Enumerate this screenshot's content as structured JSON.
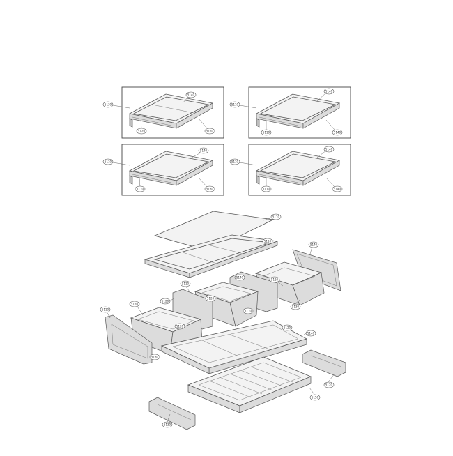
{
  "callouts": [
    {
      "id": "c1",
      "text": "5130"
    },
    {
      "id": "c2",
      "text": "5140"
    },
    {
      "id": "c3",
      "text": "5120"
    },
    {
      "id": "c4",
      "text": "5150"
    },
    {
      "id": "c5",
      "text": "5110"
    },
    {
      "id": "c6",
      "text": "5140"
    },
    {
      "id": "c7",
      "text": "5110"
    },
    {
      "id": "c8",
      "text": "5140"
    },
    {
      "id": "c9",
      "text": "5110"
    },
    {
      "id": "c10",
      "text": "5140"
    },
    {
      "id": "c11",
      "text": "5110"
    },
    {
      "id": "c12",
      "text": "5130"
    },
    {
      "id": "c13",
      "text": "5110"
    },
    {
      "id": "c14",
      "text": "5140"
    },
    {
      "id": "c15",
      "text": "5110"
    },
    {
      "id": "c16",
      "text": "5140"
    },
    {
      "id": "c17",
      "text": "5110"
    },
    {
      "id": "c18",
      "text": "5110"
    },
    {
      "id": "c19",
      "text": "5140"
    },
    {
      "id": "c20",
      "text": "5110"
    },
    {
      "id": "c21",
      "text": "5120"
    },
    {
      "id": "c22",
      "text": "5150"
    },
    {
      "id": "c23",
      "text": "5110"
    },
    {
      "id": "c24",
      "text": "5110"
    },
    {
      "id": "c25",
      "text": "5130"
    },
    {
      "id": "c26",
      "text": "5140"
    },
    {
      "id": "c27",
      "text": "5120"
    },
    {
      "id": "c28",
      "text": "5150"
    },
    {
      "id": "c29",
      "text": "5130"
    },
    {
      "id": "c30",
      "text": "5120"
    },
    {
      "id": "c31",
      "text": "5140"
    },
    {
      "id": "c32",
      "text": "5110"
    },
    {
      "id": "c33",
      "text": "5120"
    },
    {
      "id": "c34",
      "text": "5130"
    },
    {
      "id": "c35",
      "text": "5120"
    }
  ]
}
